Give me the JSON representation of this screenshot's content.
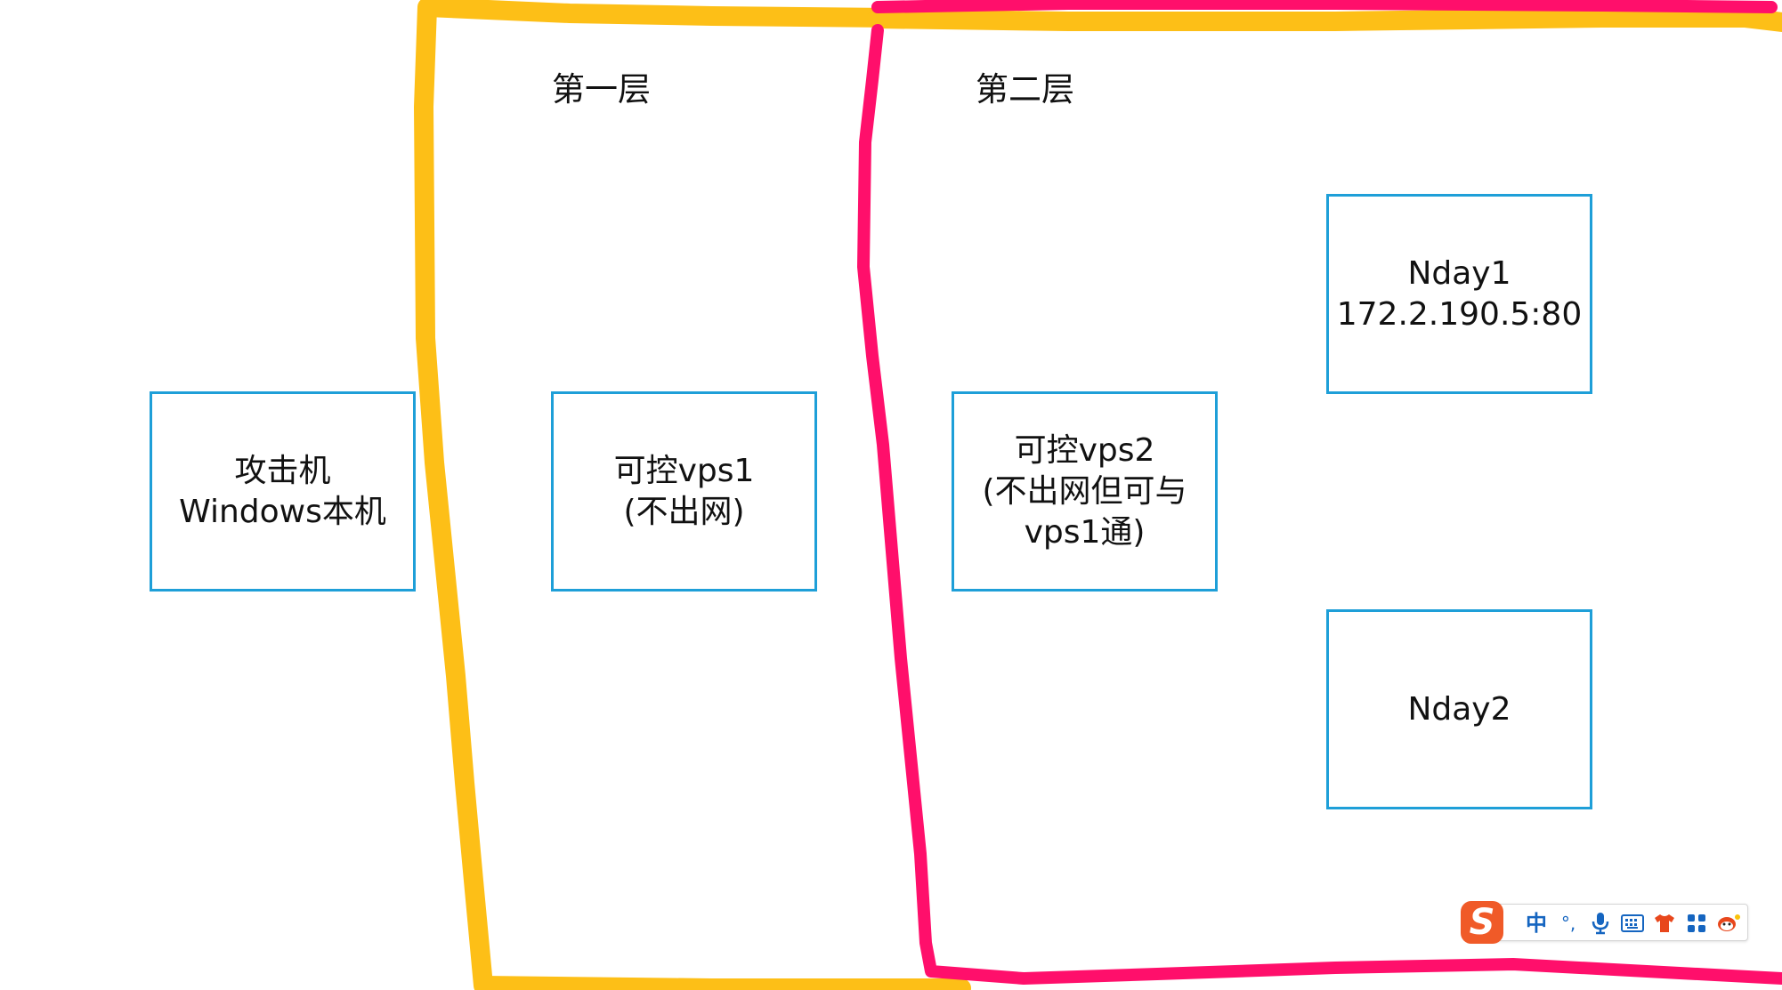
{
  "diagram": {
    "layers": [
      {
        "id": "layer1",
        "label": "第一层",
        "color": "#FDBF17"
      },
      {
        "id": "layer2",
        "label": "第二层",
        "color": "#FF0F6B"
      }
    ],
    "nodes": {
      "attacker": {
        "lines": [
          "攻击机",
          "Windows本机"
        ]
      },
      "vps1": {
        "lines": [
          "可控vps1",
          "(不出网)"
        ]
      },
      "vps2": {
        "lines": [
          "可控vps2",
          "(不出网但可与",
          "vps1通)"
        ]
      },
      "nday1": {
        "lines": [
          "Nday1",
          "172.2.190.5:80"
        ]
      },
      "nday2": {
        "lines": [
          "Nday2"
        ]
      }
    },
    "box_border_color": "#1E9FD8"
  },
  "ime_toolbar": {
    "logo": "S",
    "mode": "中",
    "punctuation": "°,",
    "icons": [
      "microphone-icon",
      "keyboard-icon",
      "shirt-icon",
      "apps-grid-icon",
      "mascot-icon"
    ]
  }
}
